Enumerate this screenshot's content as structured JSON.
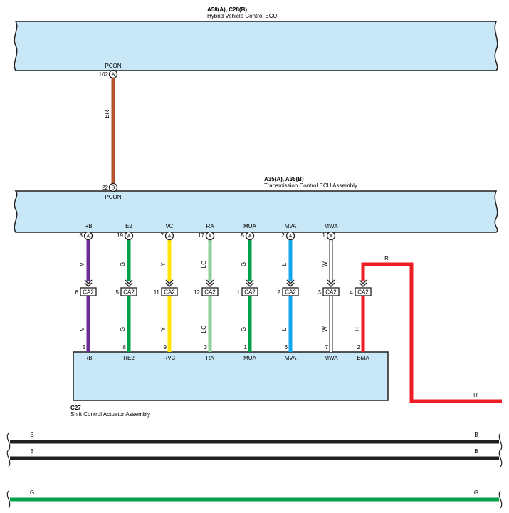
{
  "hv_ecu": {
    "connector_label": "A58(A), C28(B)",
    "name": "Hybrid Vehicle Control ECU",
    "terminal": {
      "pin": "102",
      "letter": "A",
      "name": "PCON"
    }
  },
  "tcu": {
    "connector_label": "A35(A), A36(B)",
    "name": "Transmission Control ECU Assembly",
    "top_terminal": {
      "pin": "22",
      "letter": "B",
      "name": "PCON"
    }
  },
  "pcon_wire": {
    "color_code": "BR",
    "color": "#b5532c"
  },
  "actuator": {
    "connector_label": "C27",
    "name": "Shift Control Actuator Assembly"
  },
  "junction_label": "CA2",
  "channels": [
    {
      "tcu_name": "RB",
      "tcu_pin": "8",
      "tcu_letter": "A",
      "wire_code": "V",
      "color": "#6a2d91",
      "ca2_pin": "6",
      "act_pin": "5",
      "act_name": "RB"
    },
    {
      "tcu_name": "E2",
      "tcu_pin": "19",
      "tcu_letter": "A",
      "wire_code": "G",
      "color": "#00a04b",
      "ca2_pin": "5",
      "act_pin": "8",
      "act_name": "RE2"
    },
    {
      "tcu_name": "VC",
      "tcu_pin": "7",
      "tcu_letter": "A",
      "wire_code": "Y",
      "color": "#ffe400",
      "ca2_pin": "11",
      "act_pin": "9",
      "act_name": "RVC"
    },
    {
      "tcu_name": "RA",
      "tcu_pin": "17",
      "tcu_letter": "A",
      "wire_code": "LG",
      "color": "#8ccf9a",
      "ca2_pin": "12",
      "act_pin": "3",
      "act_name": "RA"
    },
    {
      "tcu_name": "MUA",
      "tcu_pin": "5",
      "tcu_letter": "A",
      "wire_code": "G",
      "color": "#00a04b",
      "ca2_pin": "1",
      "act_pin": "1",
      "act_name": "MUA"
    },
    {
      "tcu_name": "MVA",
      "tcu_pin": "2",
      "tcu_letter": "A",
      "wire_code": "L",
      "color": "#13a7e9",
      "ca2_pin": "2",
      "act_pin": "6",
      "act_name": "MVA"
    },
    {
      "tcu_name": "MWA",
      "tcu_pin": "1",
      "tcu_letter": "A",
      "wire_code": "W",
      "color": "#ffffff",
      "ca2_pin": "3",
      "act_pin": "7",
      "act_name": "MWA"
    }
  ],
  "bma": {
    "ca2_pin": "4",
    "act_pin": "2",
    "act_name": "BMA",
    "wire_code_top": "R",
    "wire_code_lower": "R",
    "wire_code_right": "R",
    "color": "#ee1c25"
  },
  "bottom_wires": [
    {
      "left_code": "B",
      "right_code": "B",
      "color": "#231f20"
    },
    {
      "left_code": "B",
      "right_code": "B",
      "color": "#231f20"
    },
    {
      "left_code": "G",
      "right_code": "G",
      "color": "#00a04b"
    }
  ],
  "colors": {
    "component_fill": "#c8e8f8",
    "outline": "#231f20"
  }
}
